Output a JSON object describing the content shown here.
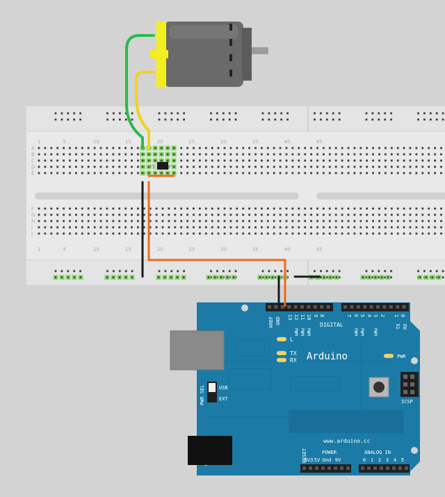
{
  "breadboard": {
    "row_letters_top": [
      "A",
      "B",
      "C",
      "D",
      "E"
    ],
    "row_letters_bottom": [
      "F",
      "G",
      "H",
      "I",
      "J"
    ],
    "column_numbers": [
      "1",
      "5",
      "10",
      "15",
      "20",
      "25",
      "30",
      "35",
      "40",
      "45"
    ]
  },
  "arduino": {
    "brand": "Arduino",
    "website": "www.arduino.cc",
    "digital_label": "DIGITAL",
    "aref_label": "AREF",
    "gnd_label": "GND",
    "top_pin_numbers": [
      "13",
      "12",
      "11",
      "10",
      "9",
      "8",
      "7",
      "6",
      "5",
      "4",
      "3",
      "2",
      "1",
      "0"
    ],
    "pwm_label": "PWM",
    "tx_rx_pins": [
      "TX",
      "RX"
    ],
    "led_l": "L",
    "led_tx": "TX",
    "led_rx": "RX",
    "pwr_led": "PWR",
    "icsp": "ICSP",
    "pwr_sel": "PWR SEL",
    "usb": "USB",
    "ext": "EXT",
    "reset": "RESET",
    "power": "POWER",
    "power_pins": [
      "3V3",
      "5V",
      "Gnd",
      "9V"
    ],
    "analog_in": "ANALOG IN",
    "analog_pins": [
      "0",
      "1",
      "2",
      "3",
      "4",
      "5"
    ]
  },
  "colors": {
    "background": "#d3d3d3",
    "board_blue": "#1b7ba6",
    "wire_green": "#2db84a",
    "wire_yellow": "#f2d21a",
    "wire_orange": "#ee6a1c",
    "wire_black": "#1a1a1a",
    "motor_body": "#6a6a6a",
    "motor_cap": "#f4ee1c"
  }
}
